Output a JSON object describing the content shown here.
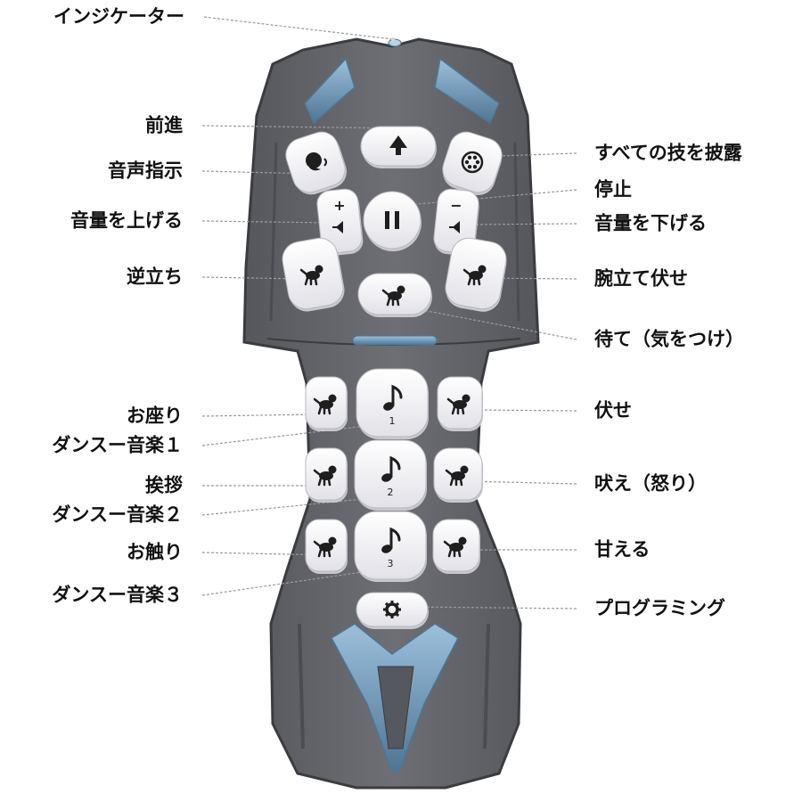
{
  "colors": {
    "body": "#6a6c71",
    "body_dark": "#4a4c51",
    "body_edge": "#3a3c40",
    "accent": "#7fa6c4",
    "accent_dark": "#4f7594",
    "button": "#f4f3f6",
    "button_shadow": "#c9c8cf",
    "icon": "#1e1e1e",
    "leader": "#9a9a9a"
  },
  "labels": {
    "indicator": "インジケーター",
    "forward": "前進",
    "voice_command": "音声指示",
    "volume_up": "音量を上げる",
    "handstand": "逆立ち",
    "sit": "お座り",
    "dance_music_1": "ダンスー音楽１",
    "greeting": "挨拶",
    "dance_music_2": "ダンスー音楽２",
    "touch": "お触り",
    "dance_music_3": "ダンスー音楽３",
    "show_all_tricks": "すべての技を披露",
    "stop": "停止",
    "volume_down": "音量を下げる",
    "push_up": "腕立て伏せ",
    "stay_attention": "待て（気をつけ）",
    "lie_down": "伏せ",
    "bark_angry": "吠え（怒り）",
    "cuddle": "甘える",
    "programming": "プログラミング"
  },
  "button_text": {
    "plus": "+",
    "minus": "−",
    "music_1": "1",
    "music_2": "2",
    "music_3": "3"
  },
  "icons": {
    "forward": "up-arrow-icon",
    "voice": "voice-head-icon",
    "show_all": "film-reel-icon",
    "volume_up": "speaker-plus-icon",
    "pause": "pause-icon",
    "volume_down": "speaker-minus-icon",
    "handstand": "dog-handstand-icon",
    "stay": "dog-stand-icon",
    "push_up": "dog-pushup-icon",
    "sit": "dog-sit-icon",
    "lie_down": "dog-lie-icon",
    "greet": "dog-greet-icon",
    "bark": "dog-bark-icon",
    "touch": "dog-touch-icon",
    "cuddle": "dog-cuddle-icon",
    "music": "music-note-icon",
    "programming": "gear-icon"
  }
}
